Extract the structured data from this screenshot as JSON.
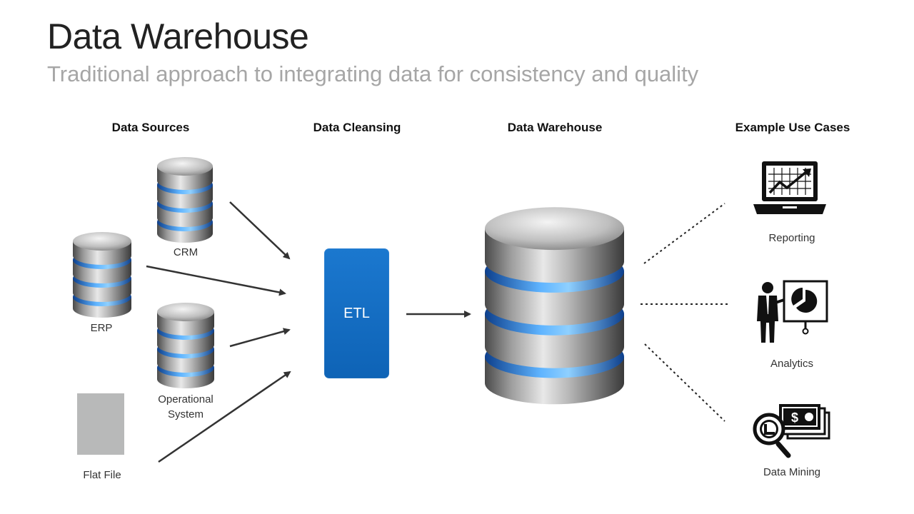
{
  "slide": {
    "title": "Data Warehouse",
    "subtitle": "Traditional approach to integrating data for consistency and quality"
  },
  "columns": {
    "sources": "Data Sources",
    "cleansing": "Data Cleansing",
    "warehouse": "Data Warehouse",
    "use_cases": "Example Use Cases"
  },
  "sources": {
    "crm": "CRM",
    "erp": "ERP",
    "operational_line1": "Operational",
    "operational_line2": "System",
    "flat_file": "Flat File"
  },
  "etl": {
    "label": "ETL"
  },
  "use_cases": {
    "reporting": "Reporting",
    "analytics": "Analytics",
    "data_mining": "Data Mining"
  },
  "colors": {
    "etl_blue": "#1370c4",
    "glow_blue": "#3fa2ff",
    "arrow": "#333333",
    "subtitle_gray": "#a6a6a6"
  },
  "icons": [
    "database-icon",
    "laptop-chart-icon",
    "presenter-pie-chart-icon",
    "magnifier-money-icon"
  ]
}
